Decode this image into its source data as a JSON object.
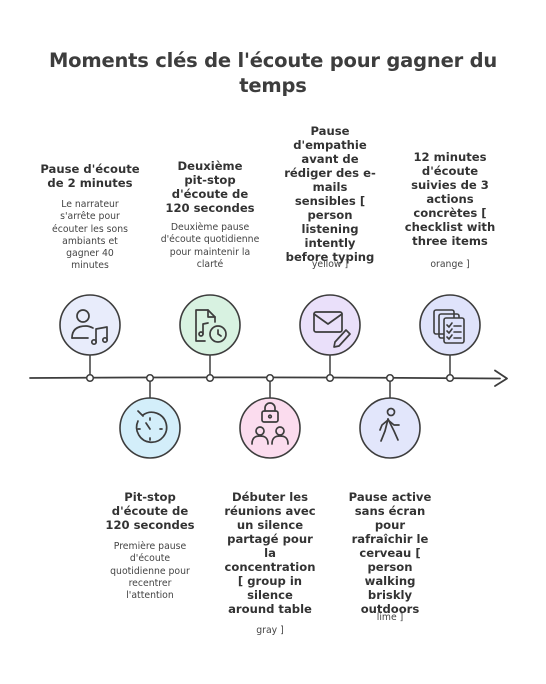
{
  "title": "Moments clés de l'écoute pour gagner du temps",
  "steps": [
    {
      "title": "Pause d'écoute de 2 minutes",
      "desc": "Le narrateur s'arrête pour écouter les sons ambiants et gagner 40 minutes",
      "icon": "person-music-icon",
      "color": "#e8ecfb"
    },
    {
      "title": "Pit-stop d'écoute de 120 secondes",
      "desc": "Première pause d'écoute quotidienne pour recentrer l'attention",
      "icon": "stopwatch-icon",
      "color": "#d3eefa"
    },
    {
      "title": "Deuxième pit-stop d'écoute de 120 secondes",
      "desc": "Deuxième pause d'écoute quotidienne pour maintenir la clarté",
      "icon": "audio-file-clock-icon",
      "color": "#d8f2e1"
    },
    {
      "title": "Débuter les réunions avec un silence partagé pour la concentration [ group in silence around table",
      "desc": "gray ]",
      "icon": "group-lock-icon",
      "color": "#fbdcee"
    },
    {
      "title": "Pause d'empathie avant de rédiger des e-mails sensibles [ person listening intently before typing",
      "desc": "yellow ]",
      "icon": "mail-pen-icon",
      "color": "#eae0fa"
    },
    {
      "title": "Pause active sans écran pour rafraîchir le cerveau [ person walking briskly outdoors",
      "desc": "lime ]",
      "icon": "walking-person-icon",
      "color": "#e2e6fb"
    },
    {
      "title": "12 minutes d'écoute suivies de 3 actions concrètes [ checklist with three items",
      "desc": "orange ]",
      "icon": "checklist-icon",
      "color": "#dfe3fb"
    }
  ]
}
